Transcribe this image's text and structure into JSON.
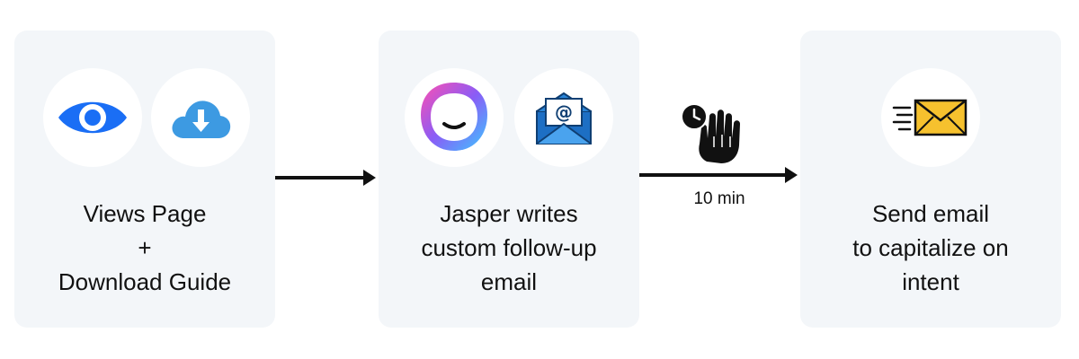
{
  "steps": [
    {
      "lines": [
        "Views Page",
        "+",
        "Download Guide"
      ],
      "icons": [
        "eye-icon",
        "cloud-download-icon"
      ]
    },
    {
      "lines": [
        "Jasper writes",
        "custom follow-up",
        "email"
      ],
      "icons": [
        "jasper-logo-icon",
        "email-at-icon"
      ]
    },
    {
      "lines": [
        "Send email",
        "to capitalize on",
        "intent"
      ],
      "icons": [
        "fast-envelope-icon"
      ]
    }
  ],
  "delay": {
    "label": "10 min",
    "icon": "clock-hand-stop-icon"
  },
  "colors": {
    "card_bg": "#f3f6f9",
    "eye_blue": "#1a6ef5",
    "cloud_blue": "#3d9ae2",
    "jasper_gradient": [
      "#ff4fb0",
      "#8a5cf6",
      "#3cc8ff"
    ],
    "envelope_blue": "#1d6fc4",
    "envelope_yellow": "#f6c12e"
  }
}
